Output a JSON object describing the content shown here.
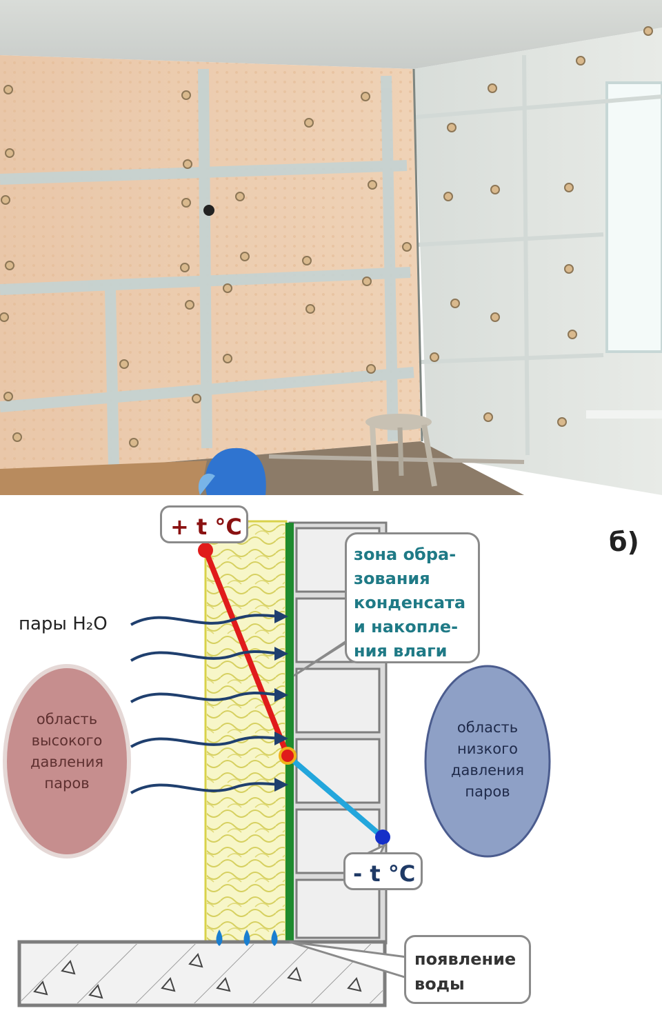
{
  "figure_letter": "б)",
  "temp_warm": "+ t °C",
  "temp_cold": "- t °C",
  "vapour_label": "пары H₂O",
  "condensation_zone": [
    "зона обра-",
    "зования",
    "конденсата",
    "и накопле-",
    "ния влаги"
  ],
  "high_pressure_area": [
    "область",
    "высокого",
    "давления",
    "паров"
  ],
  "low_pressure_area": [
    "область",
    "низкого",
    "давления",
    "паров"
  ],
  "water_appearance": [
    "появление",
    "воды"
  ],
  "colors": {
    "warm_line": "#e01b1b",
    "cold_line": "#23a6dc",
    "vapour_arrows": "#1f3f6e",
    "vapour_barrier": "#1e8a2e",
    "insulation": "#f7f6c8",
    "high_pressure_fill": "#c68e8e",
    "low_pressure_fill": "#8ea0c6",
    "water_drops": "#1a7fd0",
    "condensation_text": "#1f7a86"
  }
}
